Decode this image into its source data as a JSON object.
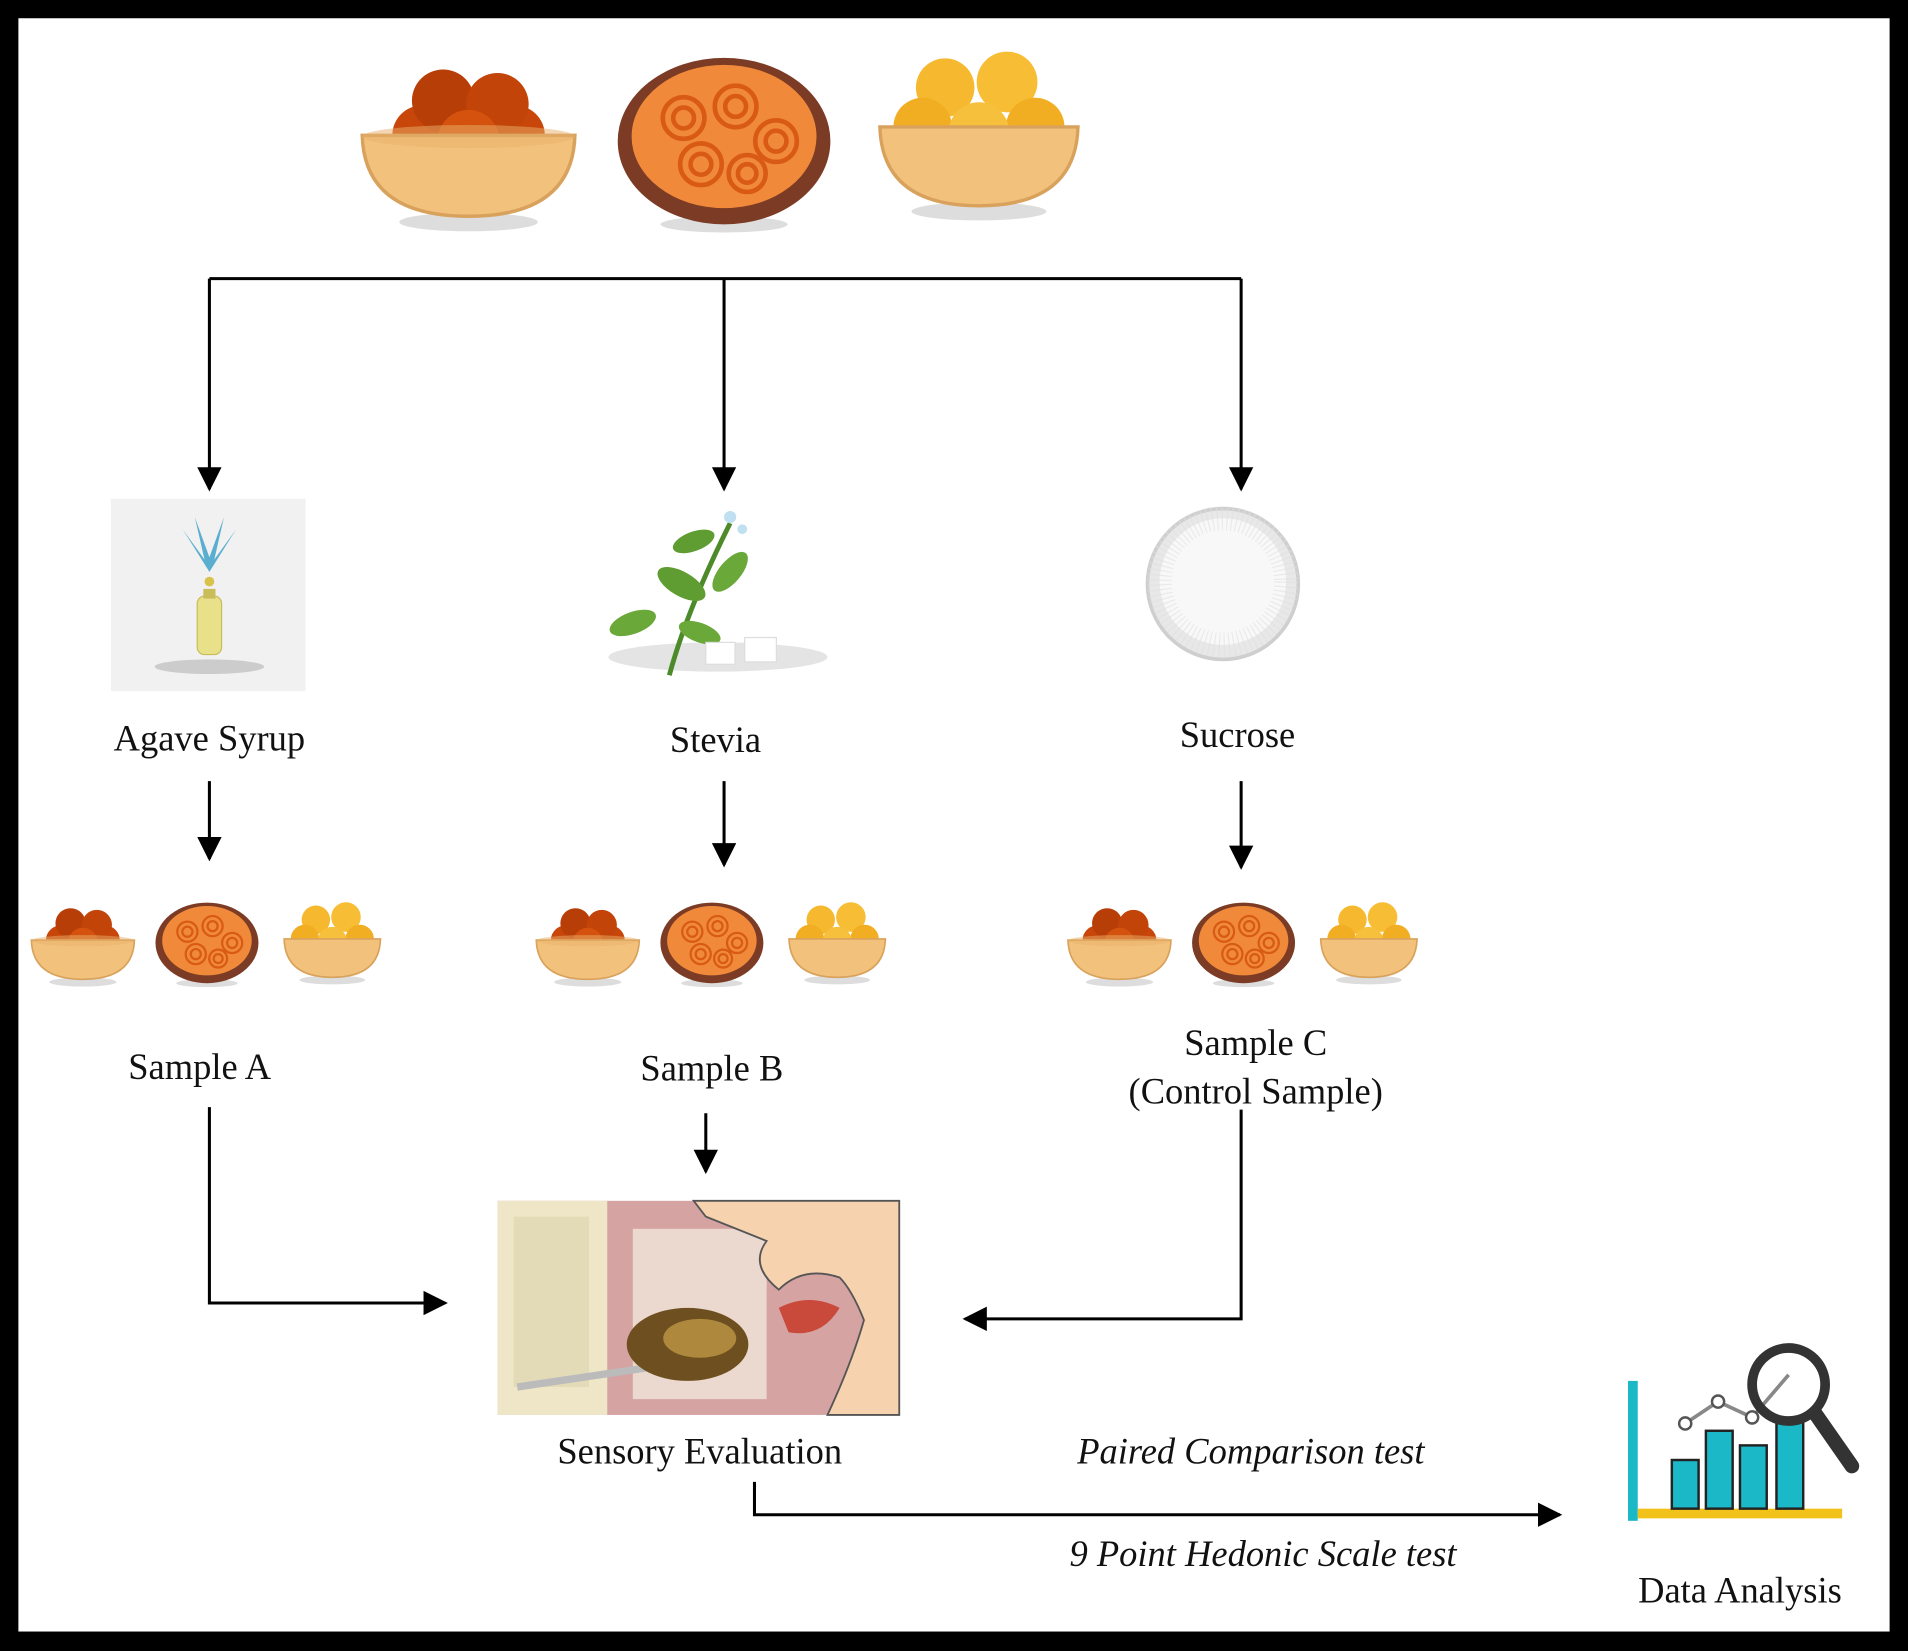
{
  "sweeteners": [
    {
      "label": "Agave Syrup",
      "icon": "agave-syrup-icon"
    },
    {
      "label": "Stevia",
      "icon": "stevia-plant-icon"
    },
    {
      "label": "Sucrose",
      "icon": "sugar-bowl-icon"
    }
  ],
  "samples": [
    {
      "label": "Sample A"
    },
    {
      "label": "Sample B"
    },
    {
      "label": "Sample C",
      "sublabel": "(Control Sample)"
    }
  ],
  "sensory": {
    "label": "Sensory Evaluation",
    "icon": "person-tasting-icon"
  },
  "tests": {
    "top": "Paired Comparison test",
    "bottom": "9 Point Hedonic Scale test"
  },
  "analysis": {
    "label": "Data Analysis",
    "icon": "bar-chart-magnifier-icon"
  },
  "colors": {
    "frame": "#000000",
    "bars": "#1bb8c8",
    "axis": "#f2c21b"
  }
}
